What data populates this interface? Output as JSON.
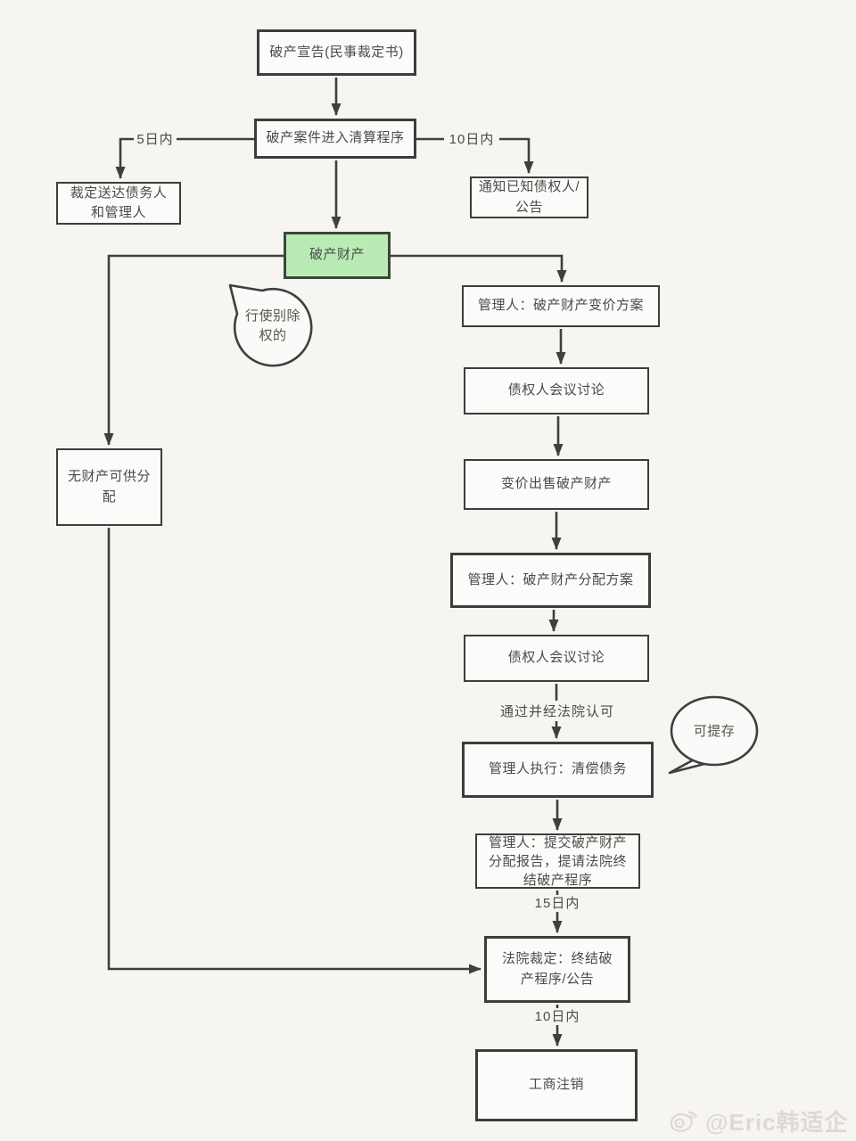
{
  "nodes": {
    "declare": "破产宣告(民事裁定书)",
    "enter_liquidation": "破产案件进入清算程序",
    "serve_ruling": "裁定送达债务人和管理人",
    "notify_creditors": "通知已知债权人/公告",
    "bankruptcy_property": "破产财产",
    "no_property": "无财产可供分配",
    "pricing_plan": "管理人：破产财产变价方案",
    "creditors_meeting_1": "债权人会议讨论",
    "sell_property": "变价出售破产财产",
    "distribution_plan": "管理人：破产财产分配方案",
    "creditors_meeting_2": "债权人会议讨论",
    "repay_debts": "管理人执行：清偿债务",
    "submit_report": "管理人：提交破产财产分配报告，提请法院终结破产程序",
    "court_ruling": "法院裁定：终结破产程序/公告",
    "deregistration": "工商注销"
  },
  "edge_labels": {
    "within_5_days": "5日内",
    "within_10_days": "10日内",
    "court_approval": "通过并经法院认可",
    "within_15_days": "15日内",
    "within_10_days_2": "10日内"
  },
  "bubbles": {
    "exclusion_right": "行使别除权的",
    "may_deposit": "可提存"
  },
  "watermark": {
    "handle": "@Eric韩适企"
  },
  "colors": {
    "background": "#f7f5f2",
    "box_border": "#3e3d3b",
    "box_fill": "#fcfbf9",
    "highlight_green": "#b9ecb5",
    "line": "#403f3d",
    "text": "#4c4b49",
    "watermark": "#c9c4bb"
  }
}
